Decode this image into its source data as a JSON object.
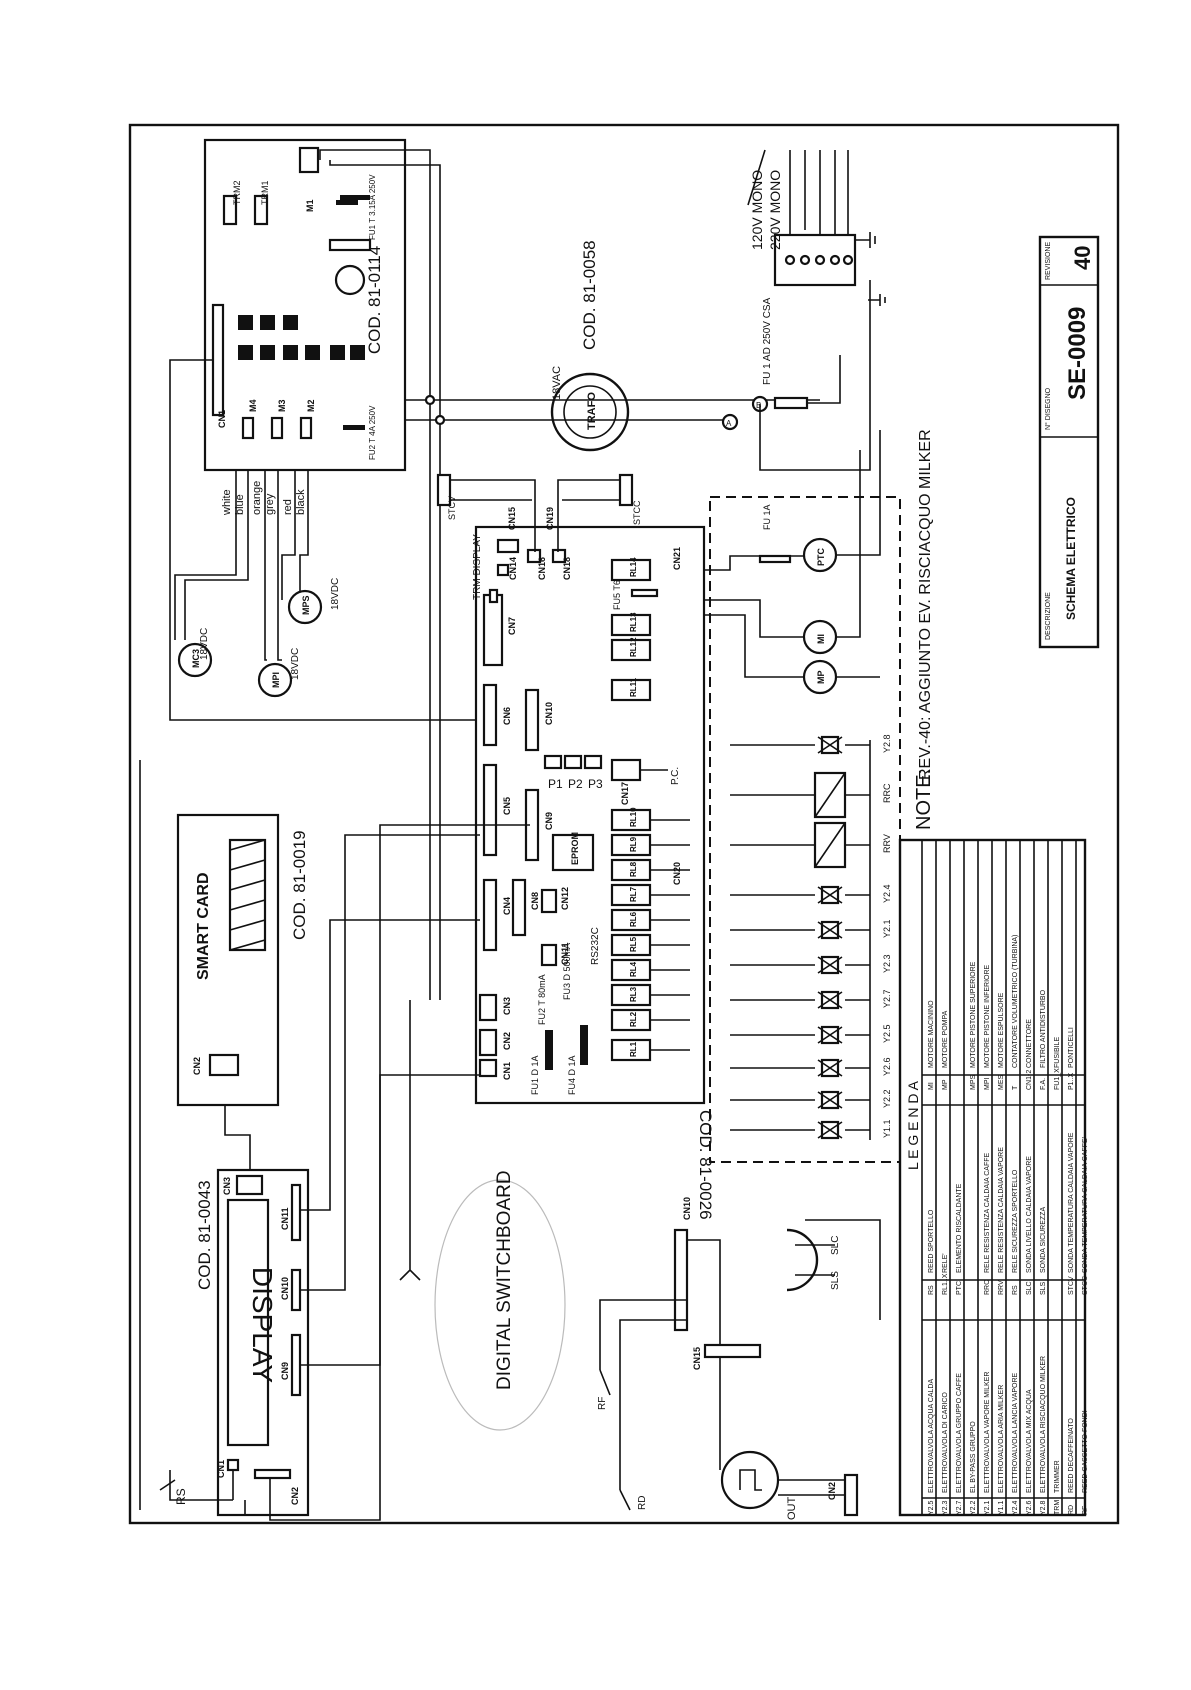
{
  "drawing": {
    "code": "SE-0009",
    "revision": "40",
    "revision_label": "REVISIONE",
    "drawing_no_label": "N° DISEGNO",
    "description_label": "DESCRIZIONE",
    "description": "SCHEMA ELETTRICO",
    "note_label": "NOTE:",
    "note_text": "REV.-40: AGGIUNTO EV. RISCIACQUO MILKER"
  },
  "boards": {
    "power_board": "COD. 81-0114",
    "cpu_board": "COD. 81-0026",
    "display_board": "COD. 81-0043",
    "smart_card_board": "COD. 81-0019",
    "transformer": "COD. 81-0058"
  },
  "labels": {
    "smart_card": "SMART CARD",
    "display": "DISPLAY",
    "digital_switchboard": "DIGITAL SWITCHBOARD",
    "trafo": "TRAFO",
    "vac": "18VAC",
    "fuse_main": "FU 1 AD 250V CSA",
    "fuse_ptc": "FU 1A",
    "mains_120": "120V MONO",
    "mains_220": "220V MONO",
    "trm_display": "TRM DISPLAY",
    "stcv": "STCV",
    "stcc": "STCC",
    "eprom": "EPROM",
    "rs232c": "RS232C",
    "pc": "P.C.",
    "rs": "RS",
    "rf": "RF",
    "rd": "RD",
    "out": "OUT",
    "sls": "SLS",
    "slc": "SLC",
    "ptc": "PTC",
    "mi": "MI",
    "mp": "MP",
    "mc3": "MC3",
    "mpi": "MPI",
    "mps": "MPS",
    "vdc18": "18VDC",
    "fu1": "FU1 D 1A",
    "fu4": "FU4 D 1A",
    "fu12": "FU2 T 80mA",
    "fu3": "FU3 D 500mA",
    "fu5": "FU5 T63A",
    "fu2_power": "FU2 T 4A 250V",
    "fu1_power": "FU1 T 3.15A 250V",
    "trm1": "TRM1",
    "trm2": "TRM2",
    "p1": "P1",
    "p2": "P2",
    "p3": "P3"
  },
  "wires": {
    "white": "white",
    "blue": "blue",
    "orange": "orange",
    "grey": "grey",
    "red": "red",
    "black": "black"
  },
  "power_connectors": [
    "CN1",
    "M4",
    "M3",
    "M2",
    "M1"
  ],
  "cpu_connectors": [
    "CN1",
    "CN2",
    "CN3",
    "CN4",
    "CN5",
    "CN6",
    "CN7",
    "CN8",
    "CN9",
    "CN10",
    "CN11",
    "CN12",
    "CN14",
    "CN15",
    "CN16",
    "CN17",
    "CN18",
    "CN19",
    "CN20",
    "CN21"
  ],
  "display_connectors": [
    "CN1",
    "CN2",
    "CN3",
    "CN9",
    "CN10",
    "CN11"
  ],
  "small_connectors": [
    "CN2",
    "CN10",
    "CN15",
    "CN2"
  ],
  "relays": [
    "RL1",
    "RL2",
    "RL3",
    "RL4",
    "RL5",
    "RL6",
    "RL7",
    "RL8",
    "RL9",
    "RL10",
    "RL11",
    "RL12",
    "RL13",
    "RL14"
  ],
  "valves": [
    "Y1.1",
    "Y2.2",
    "Y2.6",
    "Y2.5",
    "Y2.7",
    "Y2.3",
    "Y2.1",
    "Y2.4",
    "RRV",
    "RRC",
    "Y2.8"
  ],
  "legend": {
    "title": "L E G E N D A",
    "col1": [
      [
        "Y2.5",
        "ELETTROVALVOLA ACQUA CALDA"
      ],
      [
        "Y2.3",
        "ELETTROVALVOLA DI CARICO"
      ],
      [
        "Y2.7",
        "ELETTROVALVOLA GRUPPO CAFFE"
      ],
      [
        "Y2.2",
        "EL BY-PASS GRUPPO"
      ],
      [
        "Y2.1",
        "ELETTROVALVOLA VAPORE MILKER"
      ],
      [
        "Y1.1",
        "ELETTROVALVOLA ARIA MILKER"
      ],
      [
        "Y2.4",
        "ELETTROVALVOLA LANCIA VAPORE"
      ],
      [
        "Y2.6",
        "ELETTROVALVOLA MIX ACQUA"
      ],
      [
        "Y2.8",
        "ELETTROVALVOLA RISCIACQUO MILKER"
      ],
      [
        "TRM",
        "TRIMMER"
      ],
      [
        "RD",
        "REED DECAFFEINATO"
      ],
      [
        "RF",
        "REED CASSETTO FONDI"
      ]
    ],
    "col2": [
      [
        "RS",
        "REED SPORTELLO"
      ],
      [
        "RL1..X",
        "RELE'"
      ],
      [
        "PTC",
        "ELEMENTO RISCALDANTE"
      ],
      [
        "",
        ""
      ],
      [
        "RRC",
        "RELE RESISTENZA CALDAIA CAFFE"
      ],
      [
        "RRV",
        "RELE RESISTENZA CALDAIA VAPORE"
      ],
      [
        "RS",
        "RELE SICUREZZA SPORTELLO"
      ],
      [
        "SLC",
        "SONDA LIVELLO CALDAIA VAPORE"
      ],
      [
        "SLS",
        "SONDA SICUREZZA"
      ],
      [
        "",
        ""
      ],
      [
        "STCV",
        "SONDA TEMPERATURA CALDAIA VAPORE"
      ],
      [
        "STCC",
        "SONDA TEMPERATURA CALDAIA CAFFE'"
      ]
    ],
    "col3": [
      [
        "MI",
        "MOTORE MACININO"
      ],
      [
        "MP",
        "MOTORE POMPA"
      ],
      [
        "",
        ""
      ],
      [
        "MPS",
        "MOTORE PISTONE SUPERIORE"
      ],
      [
        "MPI",
        "MOTORE PISTONE INFERIORE"
      ],
      [
        "MES",
        "MOTORE ESPULSORE"
      ],
      [
        "T",
        "CONTATORE VOLUMETRICO (TURBINA)"
      ],
      [
        "CN1-2",
        "CONNETTORE"
      ],
      [
        "F.A.",
        "FILTRO ANTIDISTURBO"
      ],
      [
        "FU1_X",
        "FUSIBILE"
      ],
      [
        "P1..X",
        "PONTICELLI"
      ],
      [
        "",
        ""
      ]
    ]
  }
}
